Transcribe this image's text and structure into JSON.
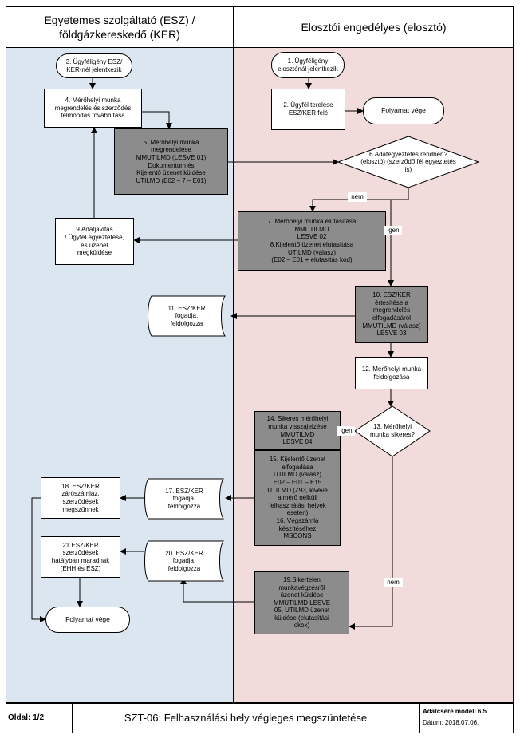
{
  "lanes": {
    "left_title": "Egyetemes szolgáltató (ESZ) /\nföldgázkereskedő (KER)",
    "right_title": "Elosztói engedélyes (elosztó)"
  },
  "colors": {
    "left_lane": "#dce6f1",
    "right_lane": "#f2dcdb",
    "process_grey": "#8c8c8c"
  },
  "nodes": {
    "n1": "1. Ügyféligény\nelosztónál jelentkezik",
    "n2": "2. Ügyfél terelése\nESZ/KER felé",
    "end1": "Folyamat vége",
    "n3": "3. Ügyféligény  ESZ/\nKER-nél jelentkezik",
    "n4": "4. Mérőhelyi munka\nmegrendelés és szerződés\nfelmondás továbbítása",
    "n5": "5.  Mérőhelyi munka\nmegrendelése\nMMUTILMD (LESVE 01)\nDokumentum és\nKijelentő üzenet küldése\nUTILMD (E02 – 7 – E01)",
    "n6": "6.Adategyeztetés rendben?\n(elosztó) (szerződő fél egyeztetés\nis)",
    "n7": "7. Mérőhelyi munka elutasítása\nMMUTILMD\nLESVE  02\n8.Kijelentő üzenet elutasítása\nUTILMD (válasz)\n(E02 – E01 + elutasítás kód)",
    "n9": "9.Adatjavítás\n/ Ügyfél egyeztetése,\nés üzenet\nmegküldése",
    "n10": "10. ESZ/KER\nértesítése a\nmegrendelés\nelfogadásáról\nMMUTILMD (válasz)\nLESVE 03",
    "n11": "11. ESZ/KER\nfogadja,\nfeldolgozza",
    "n12": "12. Mérőhelyi munka\nfeldolgozása",
    "n13": "13. Mérőhelyi\nmunka sikeres?",
    "n14": "14. Sikeres mérőhelyi\nmunka visszajelzése\nMMUTILMD\nLESVE 04",
    "n15": "15. Kijelentő üzenet\nelfogadása\nUTILMD (válasz)\nE02 – E01 – E15\nUTILMD (Z93, kivéve\na mérő nélküli\nfelhasználási helyek\nesetén)\n16. Végszámla\nkészítéséhez\nMSCONS",
    "n17": "17. ESZ/KER\nfogadja,\nfeldolgozza",
    "n18": "18. ESZ/KER\nzárószámláz,\nszerződések\nmegszűnnek",
    "n19": "19.Sikertelen\nmunkavégzésről\nüzenet küldése\nMMUTILMD  LESVE\n05, UTILMD üzenet\nküldése (elutasítási\nokok)",
    "n20": "20. ESZ/KER\nfogadja,\nfeldolgozza",
    "n21": "21.ESZ/KER\nszerződések\nhatályban maradnak\n(EHH és ESZ)",
    "end2": "Folyamat vége"
  },
  "edge_labels": {
    "nem1": "nem",
    "igen1": "igen",
    "igen2": "igen",
    "nem2": "nem"
  },
  "footer": {
    "page": "Oldal: 1/2",
    "title": "SZT-06: Felhasználási hely végleges megszüntetése",
    "model": "Adatcsere modell 6.5",
    "date": "Dátum:  2018.07.06."
  }
}
